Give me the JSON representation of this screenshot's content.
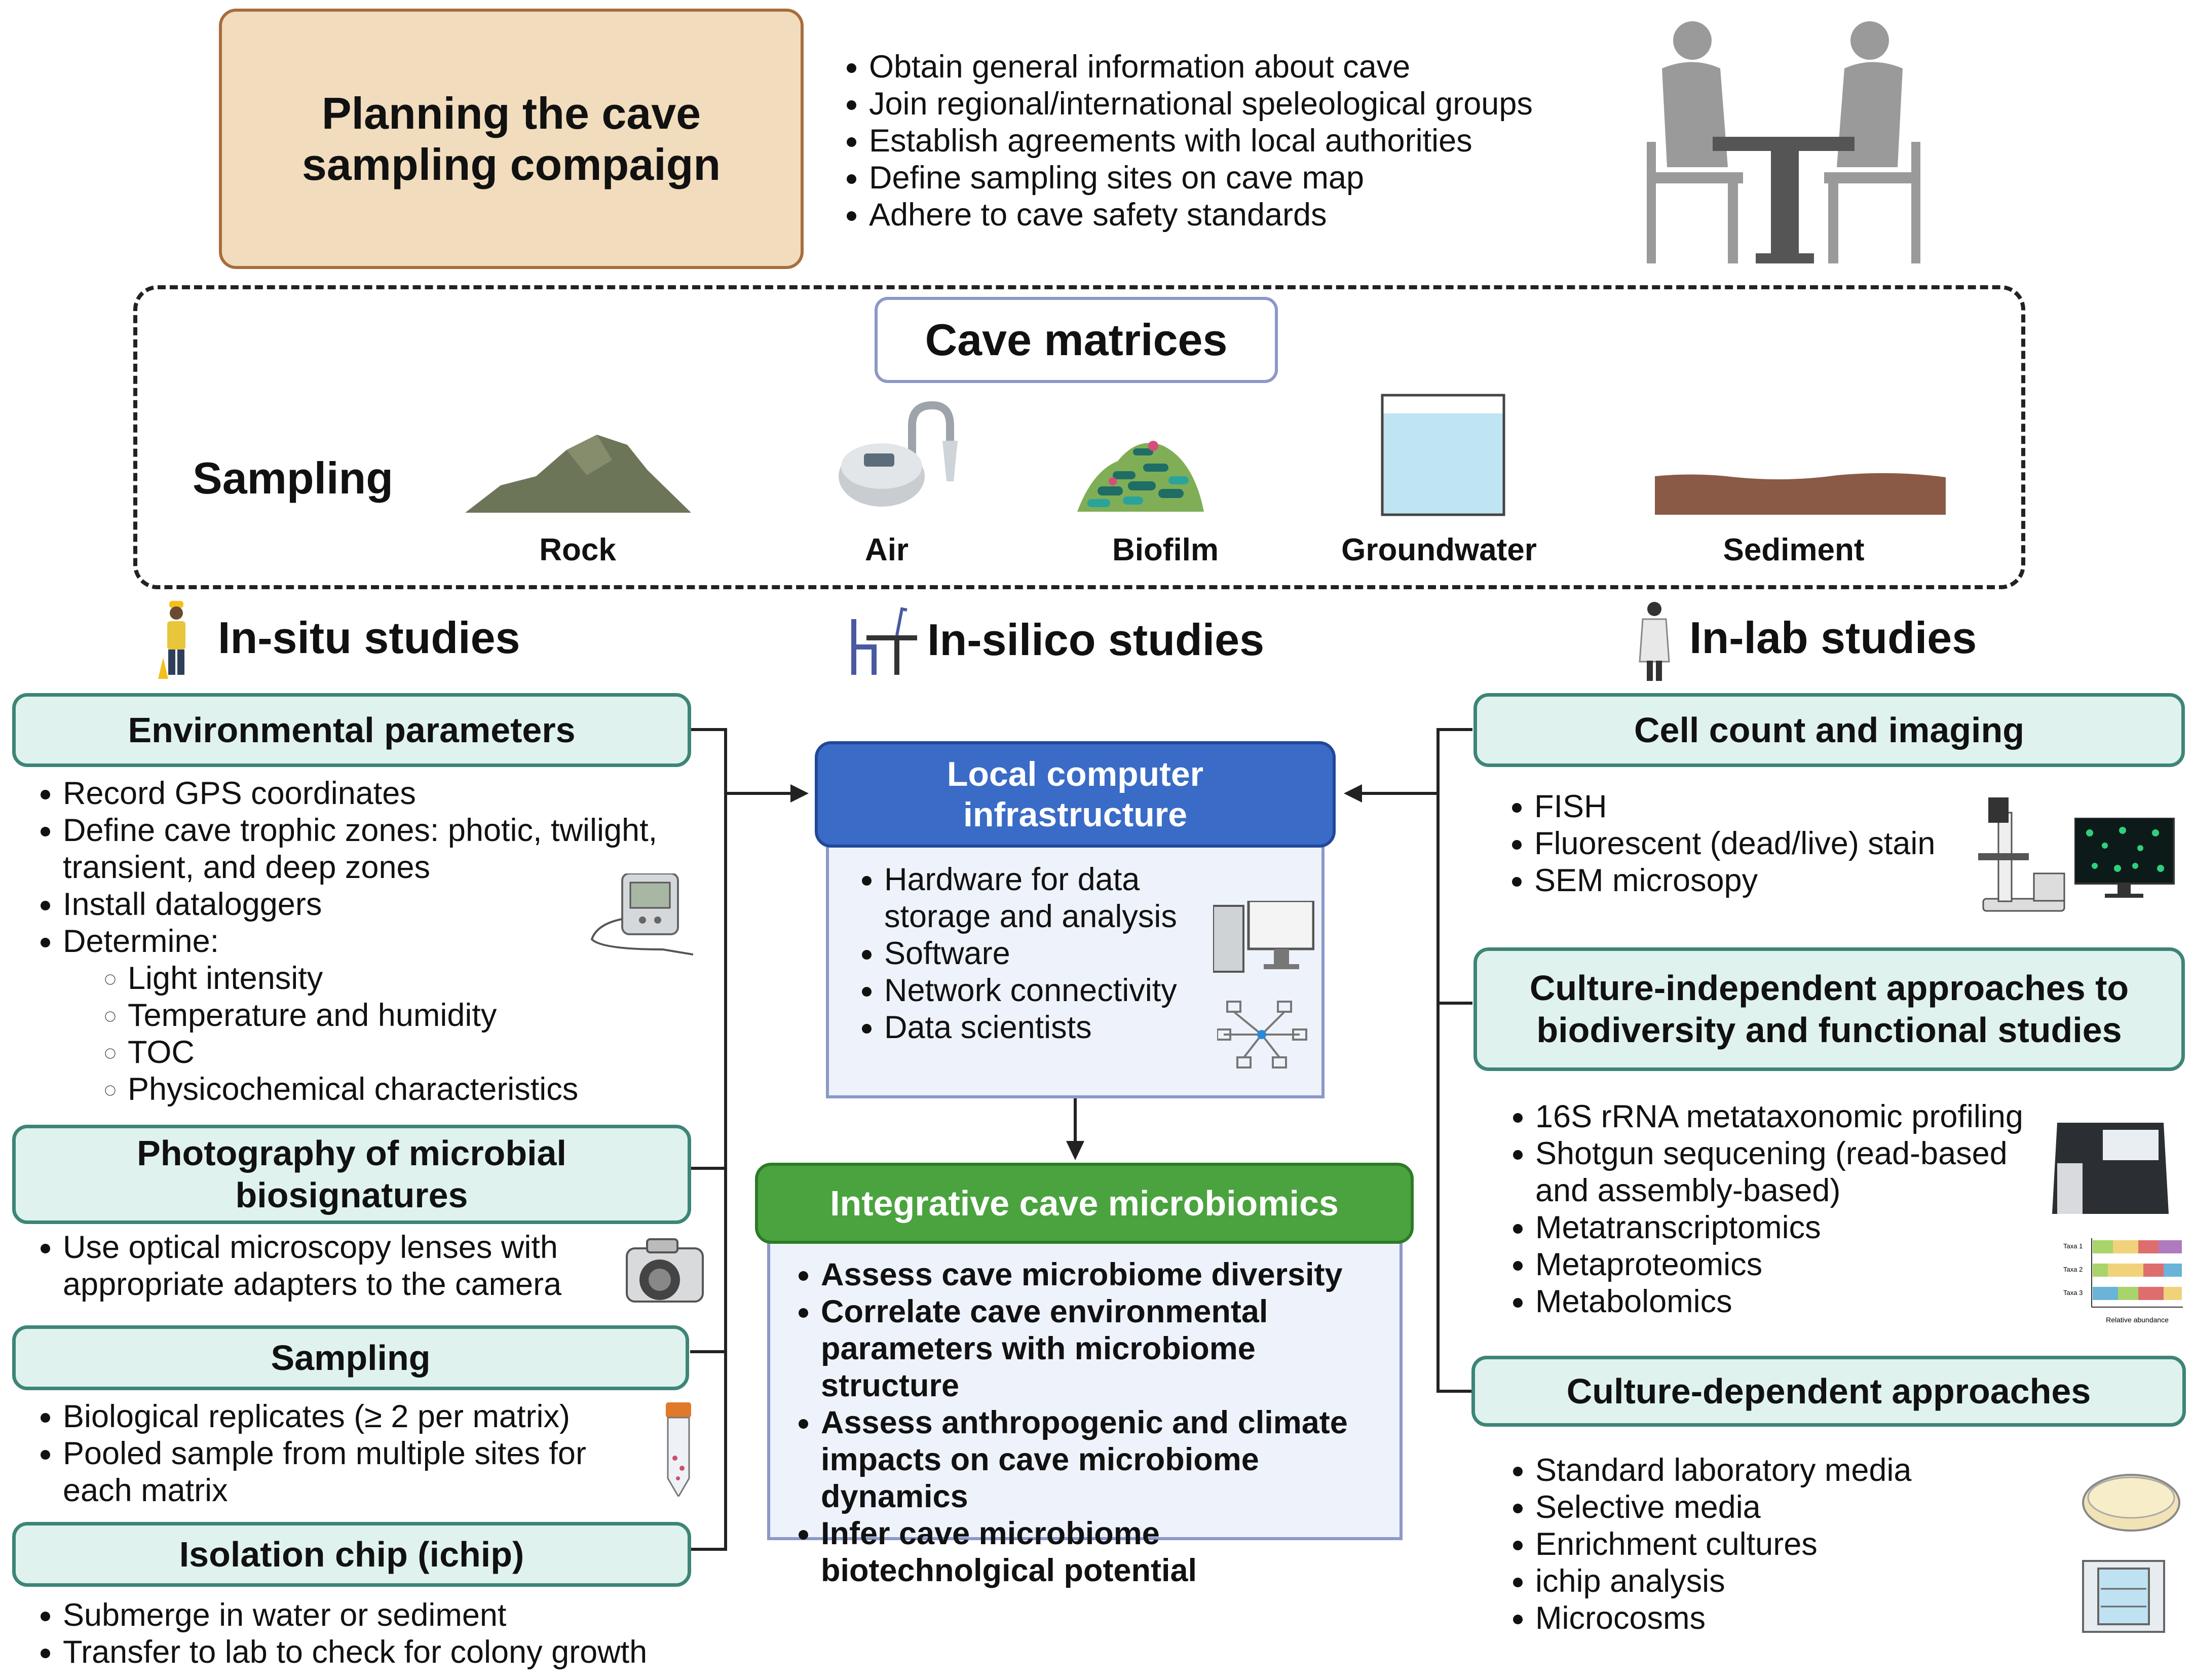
{
  "planning": {
    "title": "Planning the cave sampling compaign",
    "bullets": [
      "Obtain general information about cave",
      "Join regional/international speleological groups",
      "Establish agreements with local authorities",
      "Define sampling sites on cave map",
      "Adhere to cave safety standards"
    ]
  },
  "matrices": {
    "title": "Cave matrices",
    "sampling_label": "Sampling",
    "items": [
      "Rock",
      "Air",
      "Biofilm",
      "Groundwater",
      "Sediment"
    ]
  },
  "studies": {
    "insitu": "In-situ studies",
    "insilico": "In-silico studies",
    "inlab": "In-lab studies"
  },
  "env": {
    "title": "Environmental parameters",
    "bullets": [
      "Record GPS coordinates",
      "Define cave trophic zones: photic, twilight, transient, and deep zones",
      "Install dataloggers",
      "Determine:"
    ],
    "sub": [
      "Light intensity",
      "Temperature and humidity",
      "TOC",
      "Physicochemical characteristics"
    ]
  },
  "photo": {
    "title": "Photography of microbial biosignatures",
    "bullets": [
      "Use optical microscopy lenses with appropriate adapters to the camera"
    ]
  },
  "sampling": {
    "title": "Sampling",
    "bullets": [
      "Biological replicates (≥ 2 per matrix)",
      "Pooled sample from multiple sites for each matrix"
    ]
  },
  "ichip": {
    "title": "Isolation chip (ichip)",
    "bullets": [
      "Submerge in water or sediment",
      "Transfer to lab to check for colony growth"
    ]
  },
  "local": {
    "title": "Local computer infrastructure",
    "bullets": [
      "Hardware for data storage and analysis",
      "Software",
      "Network connectivity",
      "Data scientists"
    ]
  },
  "integrative": {
    "title": "Integrative cave microbiomics",
    "bullets": [
      "Assess cave microbiome diversity",
      "Correlate cave environmental parameters with microbiome structure",
      "Assess anthropogenic and climate impacts on cave microbiome dynamics",
      "Infer cave microbiome biotechnolgical potential"
    ]
  },
  "cell": {
    "title": "Cell count and imaging",
    "bullets": [
      "FISH",
      "Fluorescent (dead/live) stain",
      "SEM microsopy"
    ]
  },
  "indep": {
    "title": "Culture-independent approaches to biodiversity and functional studies",
    "bullets": [
      "16S rRNA metataxonomic profiling",
      "Shotgun sequcening (read-based and assembly-based)",
      "Metatranscriptomics",
      "Metaproteomics",
      "Metabolomics"
    ],
    "chart_rows": [
      "Taxa 1",
      "Taxa 2",
      "Taxa 3"
    ],
    "chart_axis": "Relative abundance"
  },
  "dep": {
    "title": "Culture-dependent approaches",
    "bullets": [
      "Standard laboratory media",
      "Selective media",
      "Enrichment cultures",
      "ichip analysis",
      "Microcosms"
    ]
  },
  "colors": {
    "teal_fill": "#dff2ee",
    "teal_border": "#3d8577",
    "blue_header": "#3a6bc6",
    "green_header": "#4aa33e",
    "planning_fill": "#f1dcbd",
    "planning_border": "#a86d3d"
  },
  "icons": [
    "meeting-people-icon",
    "rock-icon",
    "air-sampler-icon",
    "biofilm-icon",
    "groundwater-icon",
    "sediment-icon",
    "worker-icon",
    "desk-icon",
    "scientist-icon",
    "datalogger-icon",
    "camera-icon",
    "tube-icon",
    "computer-icon",
    "network-icon",
    "microscope-icon",
    "sequencer-icon",
    "bar-chart-icon",
    "petri-dish-icon",
    "incubator-icon"
  ]
}
